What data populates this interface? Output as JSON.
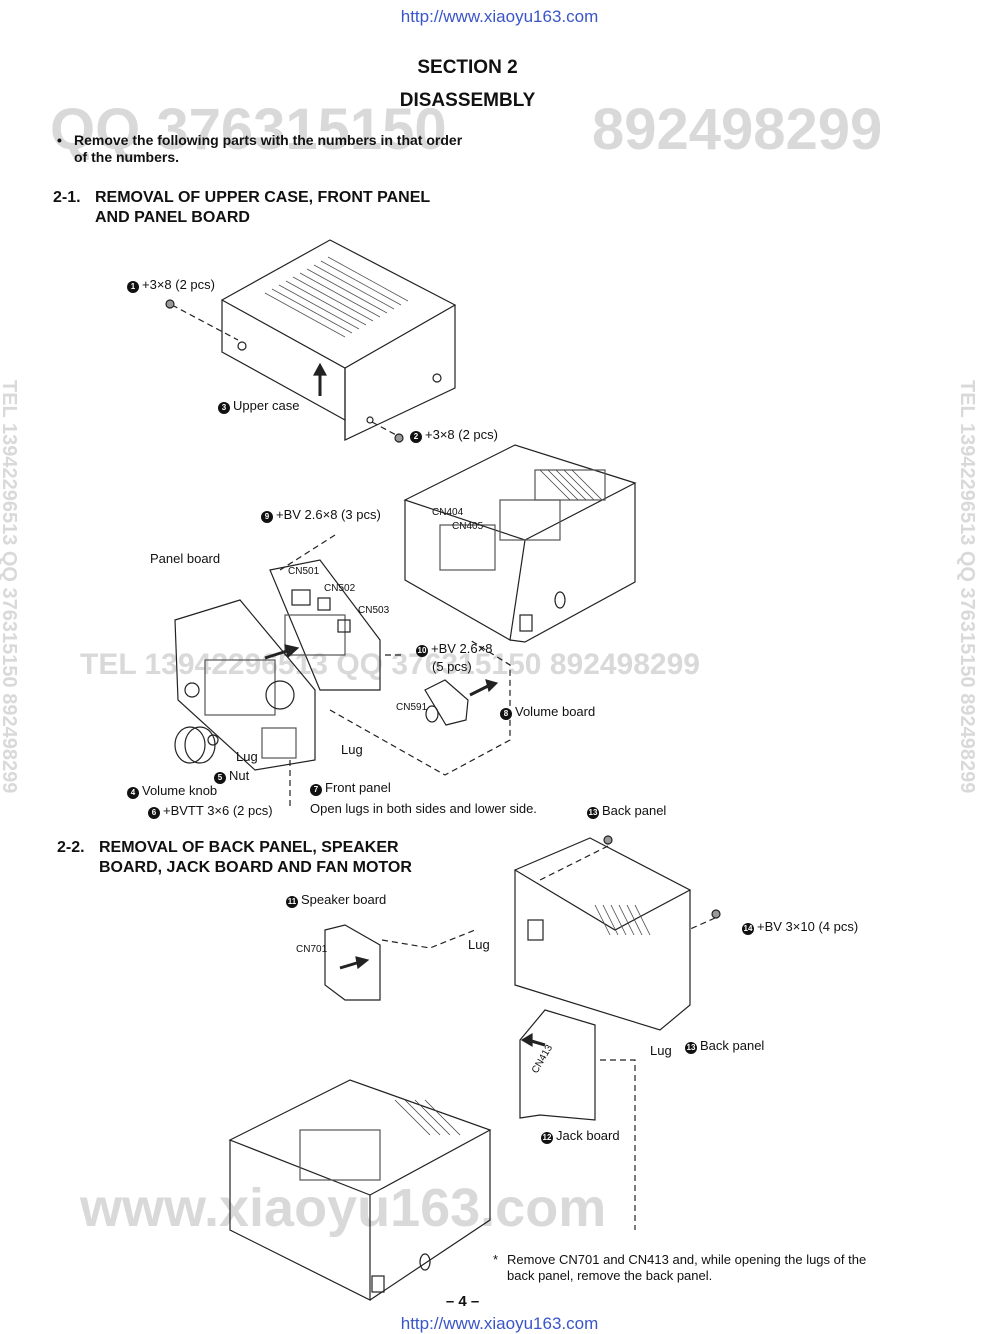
{
  "header_url": "http://www.xiaoyu163.com",
  "footer_url": "http://www.xiaoyu163.com",
  "section": "SECTION 2",
  "title": "DISASSEMBLY",
  "intro_bullet": "•",
  "intro_text": "Remove the following parts with the numbers in that order of the numbers.",
  "watermarks": {
    "top_qq": "QQ 376315150",
    "top_num": "892498299",
    "mid": "TEL 13942296513   QQ 376315150  892498299",
    "left_vertical": "TEL 13942296513 QQ 376315150 892498299",
    "right_vertical": "TEL 13942296513 QQ 376315150 892498299",
    "bottom": "www.xiaoyu163.com"
  },
  "section_2_1": {
    "number": "2-1.",
    "title_line1": "REMOVAL OF UPPER CASE, FRONT PANEL",
    "title_line2": "AND PANEL BOARD",
    "labels": {
      "s1": {
        "n": "1",
        "t": "+3×8 (2 pcs)"
      },
      "s2": {
        "n": "2",
        "t": "+3×8 (2 pcs)"
      },
      "upper_case": {
        "n": "3",
        "t": "Upper case"
      },
      "vol_knob": {
        "n": "4",
        "t": "Volume knob"
      },
      "nut": {
        "n": "5",
        "t": "Nut"
      },
      "s6": {
        "n": "6",
        "t": "+BVTT 3×6 (2 pcs)"
      },
      "front_panel": {
        "n": "7",
        "t": "Front panel"
      },
      "vol_board": {
        "n": "8",
        "t": "Volume board"
      },
      "s9": {
        "n": "9",
        "t": "+BV 2.6×8 (3 pcs)"
      },
      "s10": {
        "n": "10",
        "t": "+BV 2.6×8",
        "t2": "(5 pcs)"
      },
      "panel_board": "Panel board",
      "lug1": "Lug",
      "lug2": "Lug",
      "open_lugs": "Open lugs in both sides and lower side.",
      "cn404": "CN404",
      "cn405": "CN405",
      "cn501": "CN501",
      "cn502": "CN502",
      "cn503": "CN503",
      "cn591": "CN591"
    }
  },
  "section_2_2": {
    "number": "2-2.",
    "title_line1": "REMOVAL OF BACK PANEL, SPEAKER",
    "title_line2": "BOARD, JACK BOARD AND FAN MOTOR",
    "labels": {
      "speaker_board": {
        "n": "11",
        "t": "Speaker board"
      },
      "jack_board": {
        "n": "12",
        "t": "Jack board"
      },
      "back_panel_top": {
        "n": "13",
        "t": "Back panel"
      },
      "back_panel_bottom": {
        "n": "13",
        "t": "Back panel"
      },
      "s14": {
        "n": "14",
        "t": "+BV 3×10 (4 pcs)"
      },
      "lug1": "Lug",
      "lug2": "Lug",
      "cn701": "CN701",
      "cn413": "CN413"
    },
    "note_mark": "*",
    "note": "Remove CN701 and CN413 and, while opening the lugs of the back panel, remove the back panel."
  },
  "page_number": "– 4 –"
}
